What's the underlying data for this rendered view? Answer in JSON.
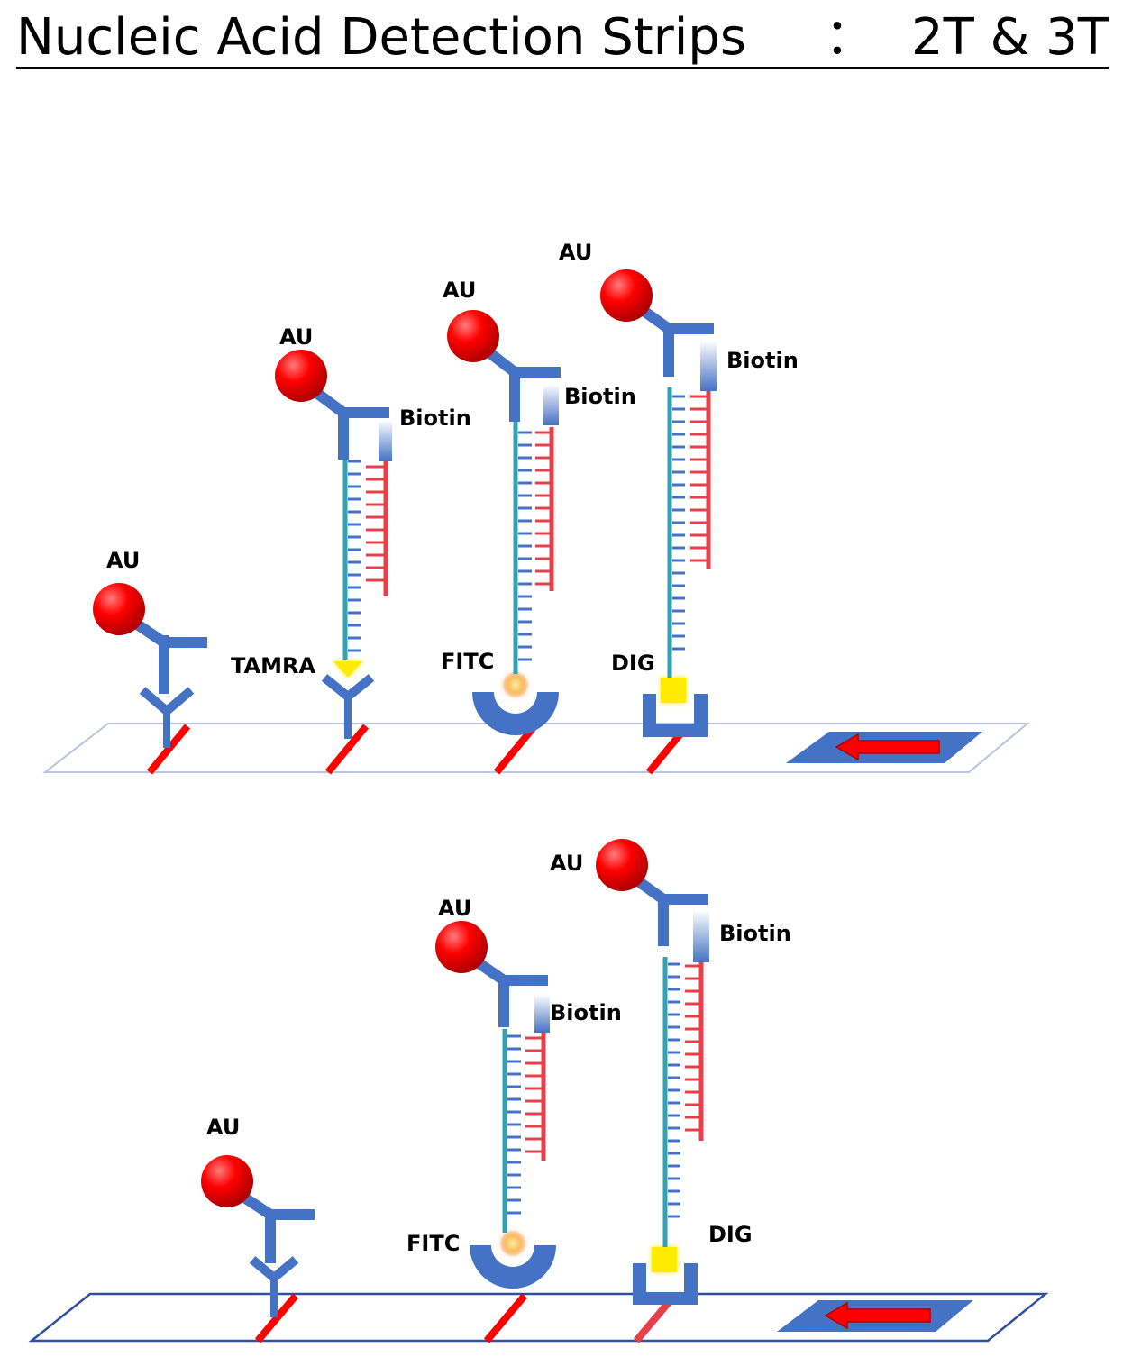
{
  "title": {
    "main": "Nucleic Acid Detection Strips",
    "separator": "：",
    "suffix": "2T & 3T"
  },
  "colors": {
    "antibody": "#4472C4",
    "gold": "#FF0000",
    "strand_teal": "#2EA3B5",
    "strand_red": "#E8404A",
    "test_line": "#FF0000",
    "flow_arrow": "#FF0000",
    "hapten": "#FFEB00"
  },
  "labels": {
    "au": "AU",
    "biotin": "Biotin",
    "tamra": "TAMRA",
    "fitc": "FITC",
    "dig": "DIG"
  },
  "strips": [
    {
      "name": "3T",
      "lines": [
        "control-line",
        "tamra-test-line",
        "fitc-test-line",
        "dig-test-line"
      ],
      "flow_direction": "left"
    },
    {
      "name": "2T",
      "lines": [
        "control-line",
        "fitc-test-line",
        "dig-test-line"
      ],
      "flow_direction": "left"
    }
  ]
}
